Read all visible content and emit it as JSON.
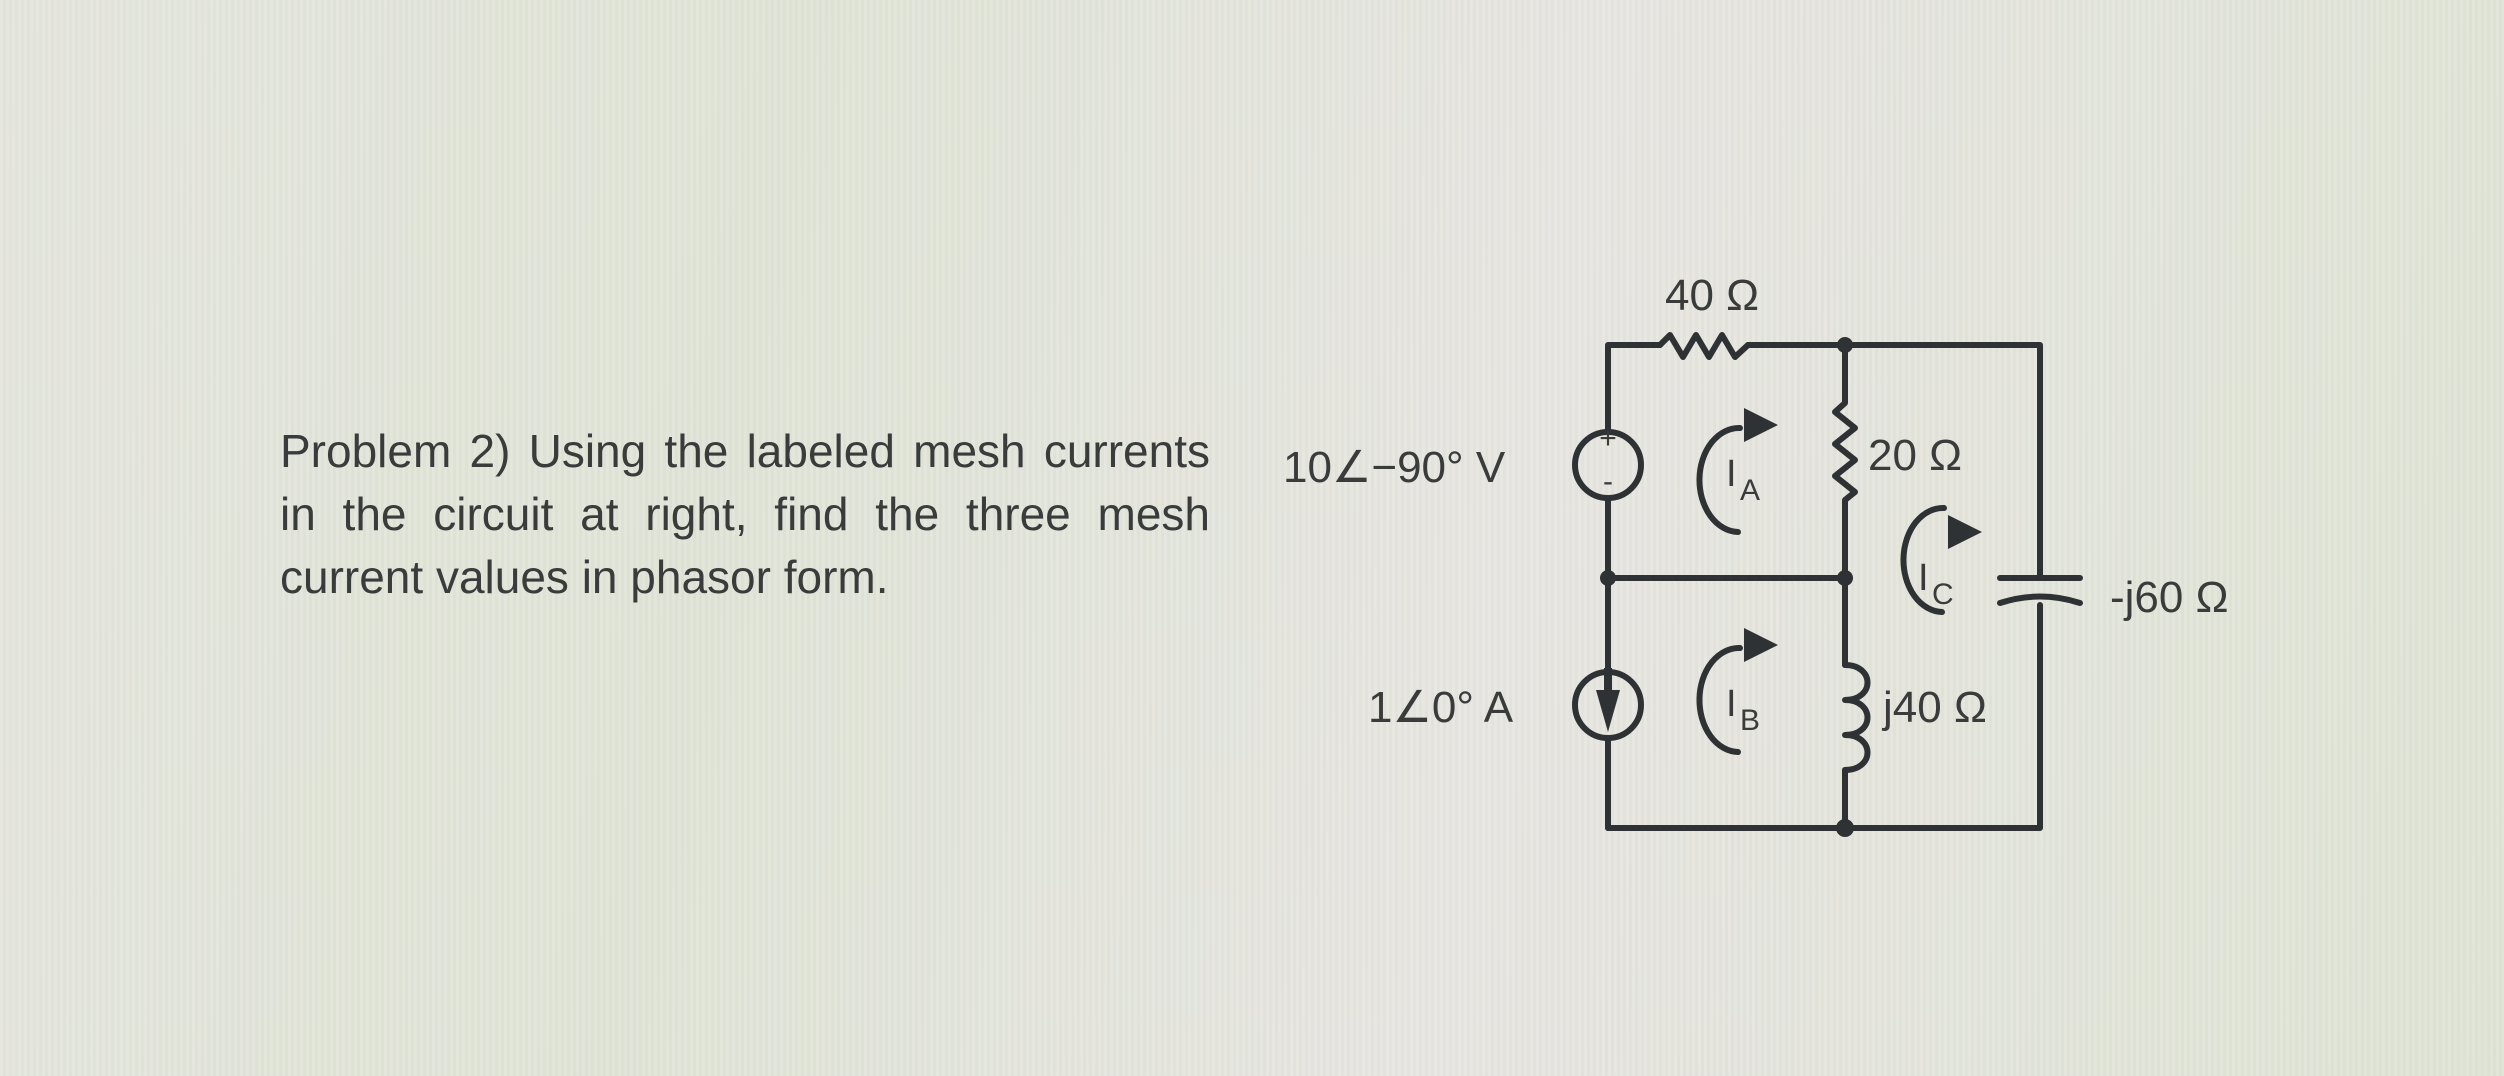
{
  "problem": {
    "text": "Problem 2) Using the labeled mesh currents in the circuit at right, find the three mesh current values in phasor form."
  },
  "circuit": {
    "components": {
      "voltage_source": {
        "label": "10∠−90° V",
        "plus": "+",
        "minus": "-"
      },
      "current_source": {
        "label": "1∠0° A"
      },
      "resistor_top": {
        "label": "40 Ω"
      },
      "resistor_mid": {
        "label": "20 Ω"
      },
      "inductor": {
        "label": "j40 Ω"
      },
      "capacitor": {
        "label": "-j60 Ω"
      }
    },
    "mesh_currents": {
      "a": {
        "main": "I",
        "sub": "A"
      },
      "b": {
        "main": "I",
        "sub": "B"
      },
      "c": {
        "main": "I",
        "sub": "C"
      }
    },
    "colors": {
      "wire": "#2f3234",
      "text": "#3a3c3c"
    }
  }
}
